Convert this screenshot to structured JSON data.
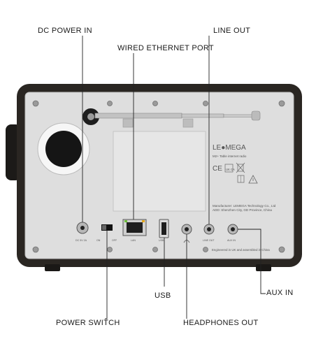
{
  "labels": {
    "dc_power_in": "DC POWER IN",
    "line_out": "LINE OUT",
    "wired_ethernet_port": "WIRED ETHERNET PORT",
    "usb": "USB",
    "aux_in": "AUX IN",
    "power_switch": "POWER SWITCH",
    "headphones_out": "HEADPHONES OUT"
  },
  "panel": {
    "brand": "LE●MEGA",
    "model": "M2+ Table internet radio",
    "ce_mark": "CE",
    "mark2": "UK CA",
    "manufacturer": "Manufacturer: LEMEGA Technology Co., Ltd",
    "address": "ADD: Shenzhen City, GD Province, China",
    "engineered": "Engineered in UK and assembled in China",
    "port_dc": "DC 5V 2A",
    "port_on": "ON",
    "port_off": "OFF",
    "port_lan": "LAN",
    "port_usb": "USB",
    "port_line": "LINE OUT",
    "port_aux": "AUX IN"
  },
  "colors": {
    "cabinet": "#2a2622",
    "panel": "#dedede",
    "leader": "#222222"
  }
}
